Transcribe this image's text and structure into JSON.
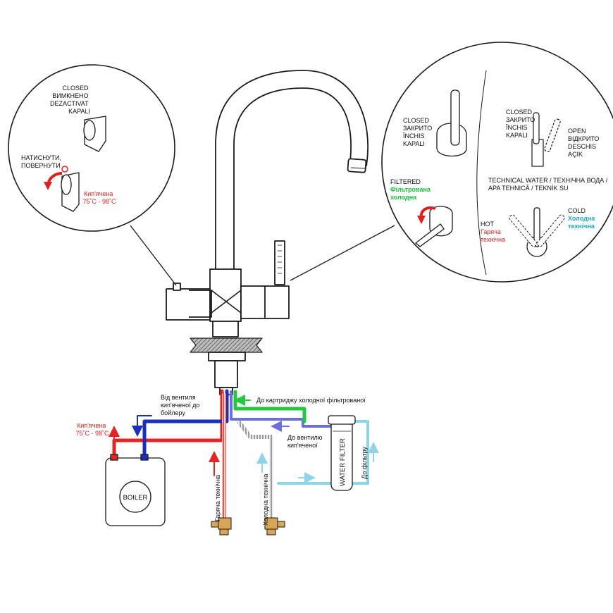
{
  "colors": {
    "hot_pipe": "#e52521",
    "boiler_pipe": "#1b2fbf",
    "filtered_pipe": "#22c93f",
    "return_pipe": "#6b6fe0",
    "cold_pipe": "#8fd3e6",
    "outline": "#1a1a1a",
    "label_red": "#e02020",
    "label_green": "#17c23a",
    "label_cyan": "#1fa7c9"
  },
  "left_inset": {
    "closed_lines": [
      "CLOSED",
      "ВИМКНЕНО",
      "DEZACTIVAT",
      "KAPALI"
    ],
    "push_turn_lines": [
      "НАТИСНУТИ,",
      "ПОВЕРНУТИ"
    ],
    "boiled_label": "Кип'ячена",
    "boiled_temp": "75˚C - 98˚C"
  },
  "right_inset": {
    "filtered_closed_lines": [
      "CLOSED",
      "ЗАКРИТО",
      "ÎNCHIS",
      "KAPALI"
    ],
    "filtered_label": "FILTERED",
    "filtered_ua_lines": [
      "Фільтрована",
      "холодна"
    ],
    "tech_closed_lines": [
      "CLOSED",
      "ЗАКРИТО",
      "ÎNCHIS",
      "KAPALI"
    ],
    "tech_open_lines": [
      "OPEN",
      "ВІДКРИТО",
      "DESCHIS",
      "AÇIK"
    ],
    "technical_lines": [
      "TECHNICAL WATER / ТЕХНІЧНА ВОДА /",
      "APA TEHNICĂ / TEKNİK SU"
    ],
    "hot_label": "HOT",
    "hot_ua_lines": [
      "Гаряча",
      "технічна"
    ],
    "cold_label": "COLD",
    "cold_ua_lines": [
      "Холодна",
      "технічна"
    ]
  },
  "plumbing": {
    "from_boiler_valve_lines": [
      "Від вентиля",
      "кип'яченої до",
      "бойлеру"
    ],
    "boiled_label": "Кип'ячена",
    "boiled_temp": "75˚C - 98˚C",
    "to_filtered_cartridge": "До картриджу холодної фільтрованої",
    "to_boiled_valve_lines": [
      "До вентилю",
      "кип'яченої"
    ],
    "hot_technical": "Гаряча технічна",
    "cold_technical": "Холодна технічна",
    "water_filter": "WATER FILTER",
    "to_filter": "До фільтру",
    "boiler": "BOILER"
  }
}
